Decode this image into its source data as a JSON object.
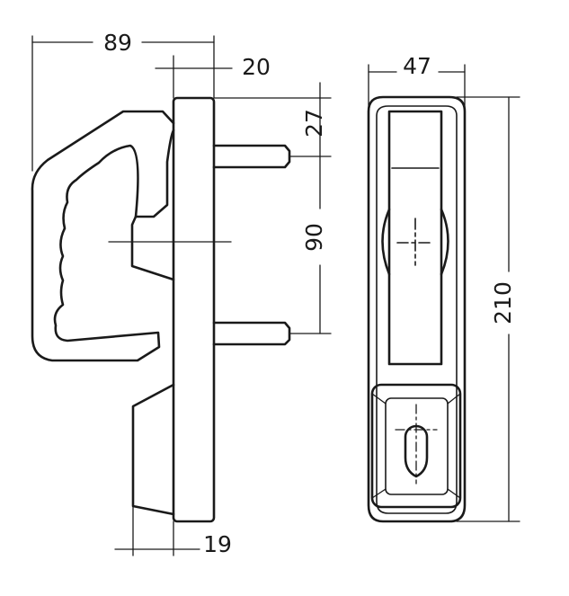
{
  "dimensions": {
    "width_89": "89",
    "width_20": "20",
    "width_19": "19",
    "height_27": "27",
    "spacing_90": "90",
    "width_47": "47",
    "height_210": "210"
  }
}
